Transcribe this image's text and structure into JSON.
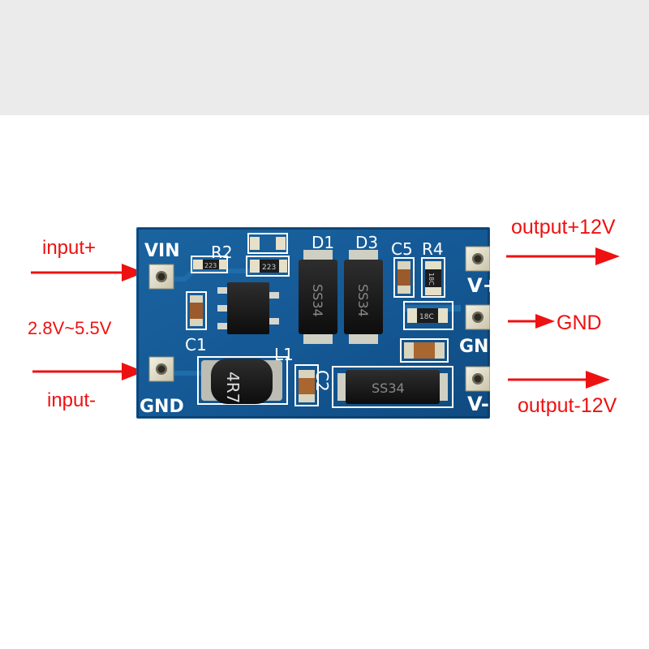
{
  "annotations": {
    "input_plus": "input+",
    "input_minus": "input-",
    "input_range": "2.8V~5.5V",
    "output_plus": "output+12V",
    "output_gnd": "GND",
    "output_minus": "output-12V"
  },
  "silkscreen": {
    "vin": "VIN",
    "gnd_left": "GND",
    "r2": "R2",
    "d1": "D1",
    "d3": "D3",
    "c5": "C5",
    "r4": "R4",
    "vplus": "V+",
    "gnd_right": "GND",
    "vminus": "V-",
    "c1": "C1",
    "l1": "L1",
    "c2": "C2"
  },
  "components": {
    "inductor_marking": "4R7",
    "diode1_marking": "SS34",
    "diode3_marking": "SS34",
    "diode_bottom_marking": "SS34",
    "resistor_r2_marking": "223",
    "resistor_mid_marking": "223",
    "resistor_r4_marking": "18C",
    "resistor_gnd_marking": "18C"
  },
  "colors": {
    "pcb": "#14558c",
    "annotation_red": "#ee1111",
    "silkscreen": "#ffffff"
  }
}
